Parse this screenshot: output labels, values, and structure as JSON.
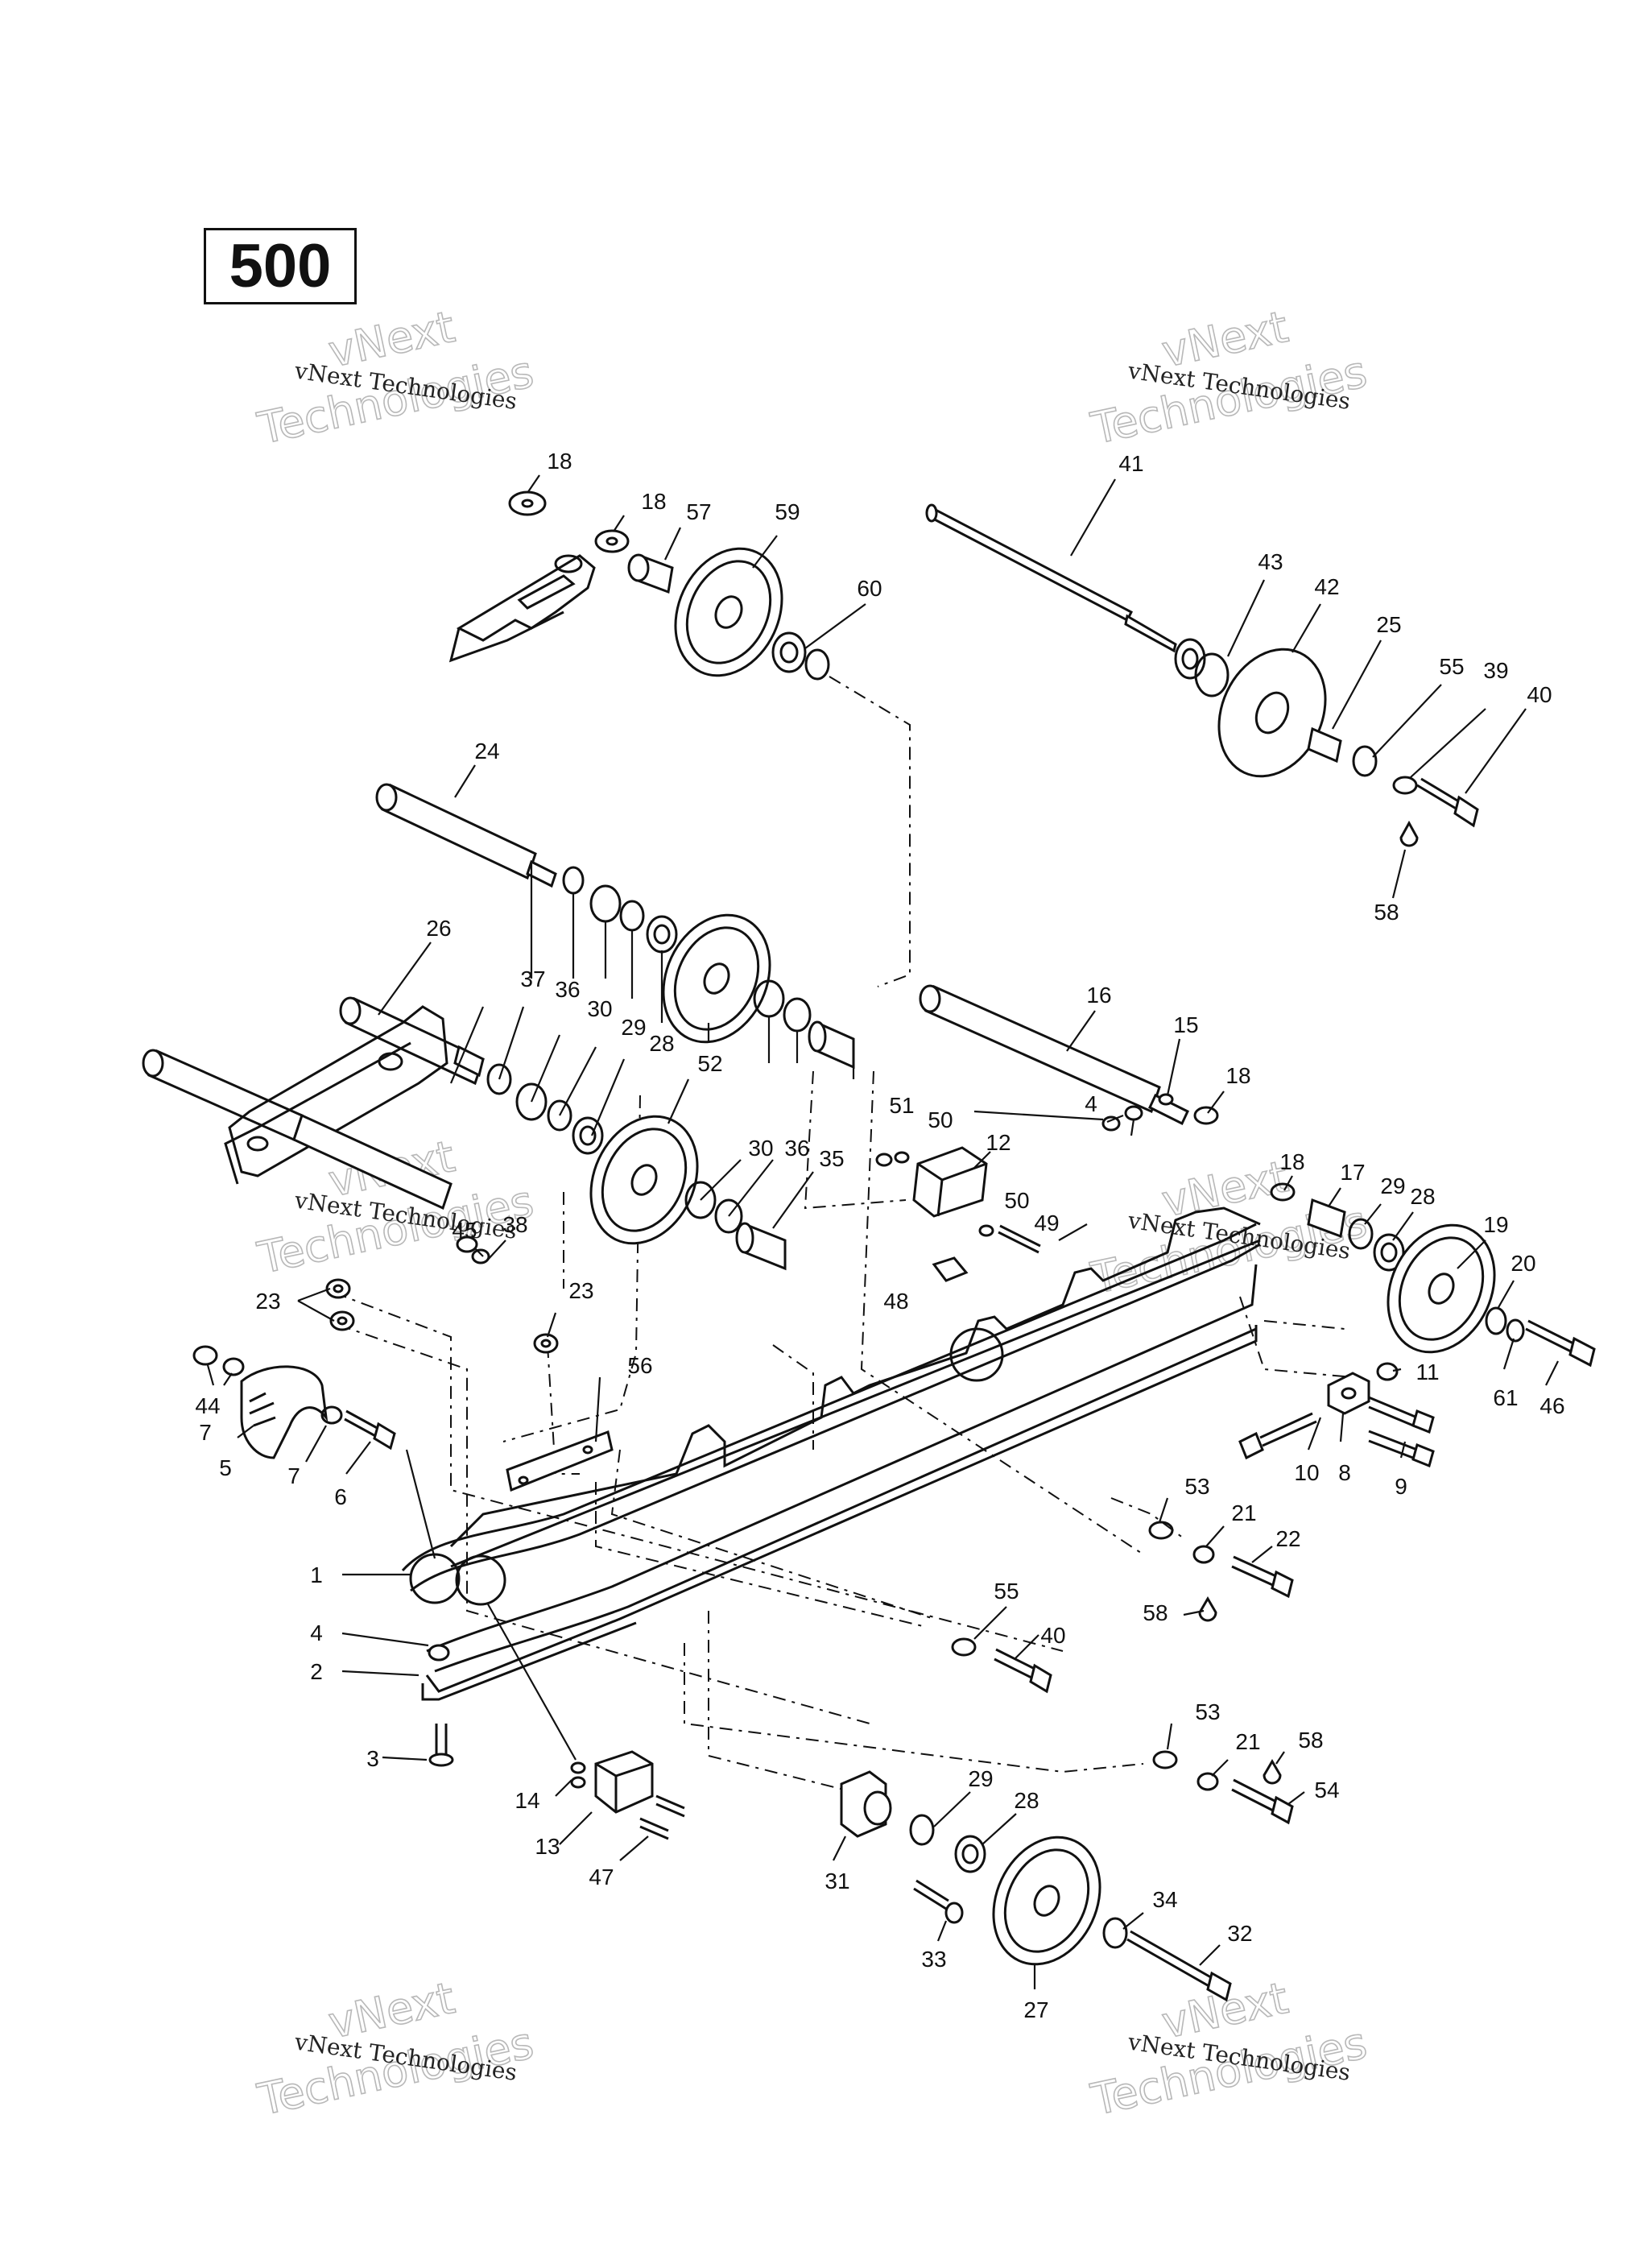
{
  "page_number": "500",
  "watermarks": [
    {
      "line": "vNext Technologies",
      "big_top": "vNext",
      "big_bottom": "Technologies"
    },
    {
      "line": "vNext Technologies",
      "big_top": "vNext",
      "big_bottom": "Technologies"
    },
    {
      "line": "vNext Technologies",
      "big_top": "vNext",
      "big_bottom": "Technologies"
    },
    {
      "line": "vNext Technologies",
      "big_top": "vNext",
      "big_bottom": "Technologies"
    },
    {
      "line": "vNext Technologies",
      "big_top": "vNext",
      "big_bottom": "Technologies"
    },
    {
      "line": "vNext Technologies",
      "big_top": "vNext",
      "big_bottom": "Technologies"
    }
  ],
  "callouts": [
    "18",
    "18",
    "57",
    "59",
    "60",
    "41",
    "43",
    "42",
    "25",
    "55",
    "39",
    "40",
    "58",
    "24",
    "26",
    "37",
    "36",
    "30",
    "29",
    "28",
    "52",
    "16",
    "15",
    "18",
    "30",
    "36",
    "35",
    "51",
    "50",
    "12",
    "4",
    "18",
    "17",
    "29",
    "28",
    "19",
    "45",
    "38",
    "50",
    "49",
    "23",
    "23",
    "48",
    "20",
    "44",
    "7",
    "5",
    "7",
    "6",
    "56",
    "11",
    "61",
    "46",
    "10",
    "8",
    "9",
    "1",
    "4",
    "2",
    "3",
    "53",
    "21",
    "22",
    "58",
    "55",
    "40",
    "53",
    "21",
    "58",
    "54",
    "14",
    "13",
    "47",
    "29",
    "28",
    "31",
    "34",
    "33",
    "27",
    "32"
  ],
  "colors": {
    "ink": "#111111",
    "watermark_outline": "#b8b8b8",
    "background": "#ffffff"
  }
}
